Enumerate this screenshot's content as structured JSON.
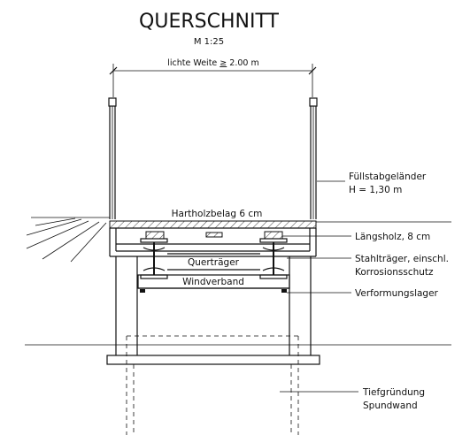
{
  "title": "QUERSCHNITT",
  "scale": "M 1:25",
  "dimension": {
    "prefix": "lichte Weite ",
    "symbol": "≥",
    "value": " 2.00 m"
  },
  "labels": {
    "railing_line1": "Füllstabgeländer",
    "railing_line2": "H = 1,30 m",
    "deck": "Hartholzbelag 6 cm",
    "longitudinal": "Längsholz, 8 cm",
    "steel_line1": "Stahlträger, einschl.",
    "steel_line2": "Korrosionsschutz",
    "crossbeam": "Querträger",
    "bracing": "Windverband",
    "bearing": "Verformungslager",
    "foundation_line1": "Tiefgründung",
    "foundation_line2": "Spundwand"
  }
}
